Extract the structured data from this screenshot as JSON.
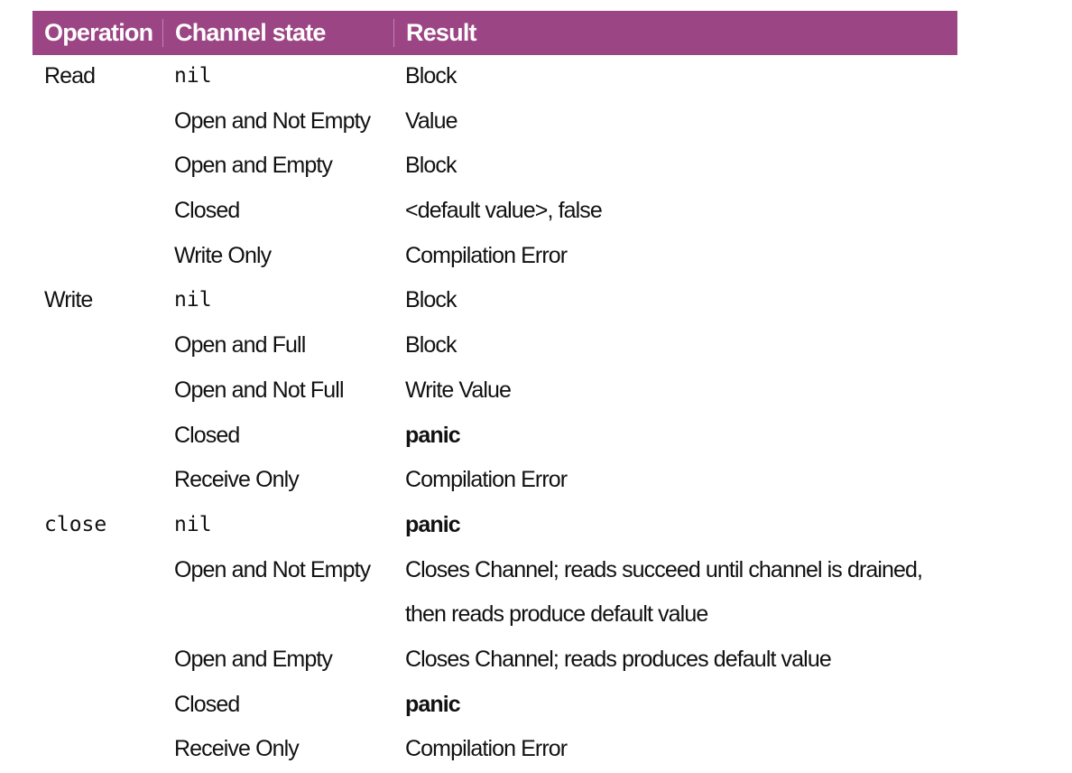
{
  "table": {
    "headers": {
      "operation": "Operation",
      "channel_state": "Channel state",
      "result": "Result"
    },
    "rows": [
      {
        "operation": "Read",
        "state": "nil",
        "result_lines": [
          "Block"
        ]
      },
      {
        "operation": "",
        "state": "Open and Not Empty",
        "result_lines": [
          "Value"
        ]
      },
      {
        "operation": "",
        "state": "Open and Empty",
        "result_lines": [
          "Block"
        ]
      },
      {
        "operation": "",
        "state": "Closed",
        "result_lines": [
          "<default value>, false"
        ]
      },
      {
        "operation": "",
        "state": "Write Only",
        "result_lines": [
          "Compilation Error"
        ]
      },
      {
        "operation": "Write",
        "state": "nil",
        "result_lines": [
          "Block"
        ]
      },
      {
        "operation": "",
        "state": "Open and Full",
        "result_lines": [
          "Block"
        ]
      },
      {
        "operation": "",
        "state": "Open and Not Full",
        "result_lines": [
          "Write Value"
        ]
      },
      {
        "operation": "",
        "state": "Closed",
        "result_lines": [
          "panic"
        ]
      },
      {
        "operation": "",
        "state": "Receive Only",
        "result_lines": [
          "Compilation Error"
        ]
      },
      {
        "operation": "close",
        "state": "nil",
        "result_lines": [
          "panic"
        ]
      },
      {
        "operation": "",
        "state": "Open and Not Empty",
        "result_lines": [
          "Closes Channel; reads succeed until channel is drained,",
          "then reads produce default value"
        ]
      },
      {
        "operation": "",
        "state": "Open and Empty",
        "result_lines": [
          "Closes Channel; reads produces default value"
        ]
      },
      {
        "operation": "",
        "state": "Closed",
        "result_lines": [
          "panic"
        ]
      },
      {
        "operation": "",
        "state": "Receive Only",
        "result_lines": [
          "Compilation Error"
        ]
      }
    ],
    "code_terms": [
      "nil",
      "close"
    ],
    "bold_terms": [
      "panic"
    ],
    "colors": {
      "header_bg": "#9c4585",
      "header_text": "#ffffff"
    }
  }
}
